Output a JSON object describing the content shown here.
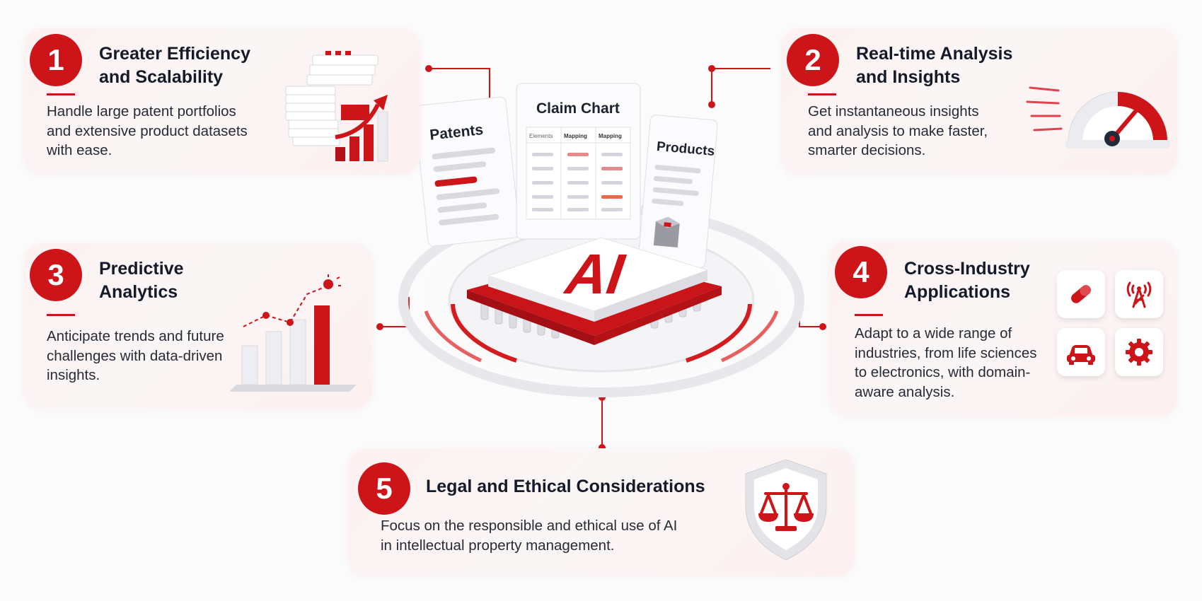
{
  "center": {
    "chip_label": "AI",
    "doc_left_title": "Patents",
    "doc_middle_title": "Claim Chart",
    "doc_right_title": "Products",
    "chart_col_1": "Elements",
    "chart_col_2": "Mapping",
    "chart_col_3": "Mapping"
  },
  "cards": [
    {
      "number": "1",
      "title": "Greater Efficiency\nand Scalability",
      "description": "Handle large patent portfolios\nand extensive product datasets\nwith ease.",
      "icon": "stacked-documents-growth-chart-icon"
    },
    {
      "number": "2",
      "title": "Real-time Analysis\nand Insights",
      "description": "Get instantaneous insights\nand analysis to make faster,\nsmarter decisions.",
      "icon": "speedometer-icon"
    },
    {
      "number": "3",
      "title": "Predictive\nAnalytics",
      "description": "Anticipate trends and future\nchallenges with data-driven\ninsights.",
      "icon": "trend-bar-chart-icon"
    },
    {
      "number": "4",
      "title": "Cross-Industry\nApplications",
      "description": "Adapt to a wide range of\nindustries, from life sciences\nto electronics, with domain-\naware analysis.",
      "icons": [
        "pill-icon",
        "radio-tower-icon",
        "car-icon",
        "gear-icon"
      ]
    },
    {
      "number": "5",
      "title": "Legal and Ethical Considerations",
      "description": "Focus on the responsible and ethical use of AI\nin intellectual property management.",
      "icon": "shield-scales-icon"
    }
  ],
  "colors": {
    "accent": "#cc1419",
    "card_background": "#fdf1f1",
    "text": "#141a2a"
  }
}
